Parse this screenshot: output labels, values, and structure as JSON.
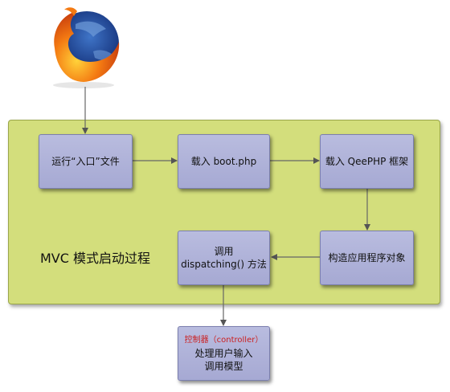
{
  "diagram": {
    "title": "MVC 模式启动过程",
    "nodes": {
      "entry": "运行“入口”文件",
      "boot": "载入 boot.php",
      "framework": "载入 QeePHP 框架",
      "app_object": "构造应用程序对象",
      "dispatch_line1": "调用",
      "dispatch_line2": "dispatching() 方法",
      "controller_tag": "控制器（controller）",
      "controller_line1": "处理用户输入",
      "controller_line2": "调用模型"
    },
    "colors": {
      "container_fill": "#d3de7c",
      "node_fill": "#b0b3da",
      "controller_tag": "#cc1e1e"
    },
    "icons": {
      "logo": "firefox-logo-icon"
    }
  }
}
